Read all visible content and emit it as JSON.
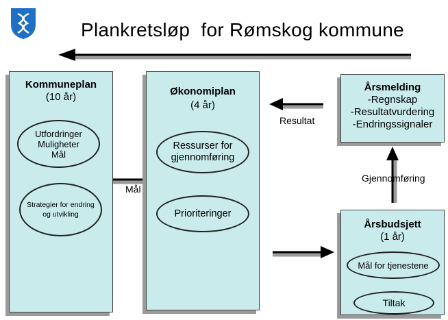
{
  "header": {
    "title": "Plankretsløp  for Rømskog kommune",
    "logo_icon": "romskog-coat-of-arms-icon",
    "logo_color": "#1f6fc6"
  },
  "boxes": {
    "kommuneplan": {
      "title": "Kommuneplan",
      "subtitle": "(10 år)",
      "ellipses": [
        "Utfordringer\nMuligheter\nMål",
        "Strategier for endring\nog utvikling"
      ]
    },
    "okonomiplan": {
      "title": "Økonomiplan",
      "subtitle": "(4 år)",
      "ellipses": [
        "Ressurser for\ngjennomføring",
        "Prioriteringer"
      ]
    },
    "arsmelding": {
      "title": "Årsmelding",
      "lines": [
        "-Regnskap",
        "-Resultatvurdering",
        "-Endringssignaler"
      ]
    },
    "arsbudsjett": {
      "title": "Årsbudsjett",
      "subtitle": "(1 år)",
      "ellipses": [
        "Mål for tjenestene",
        "Tiltak"
      ]
    }
  },
  "arrows": {
    "mal": "Mål",
    "resultat": "Resultat",
    "gjennomforing": "Gjennomføring"
  },
  "colors": {
    "box_fill": "#c9ebeb",
    "shadow": "#9a9a9a",
    "arrow": "#000000"
  }
}
